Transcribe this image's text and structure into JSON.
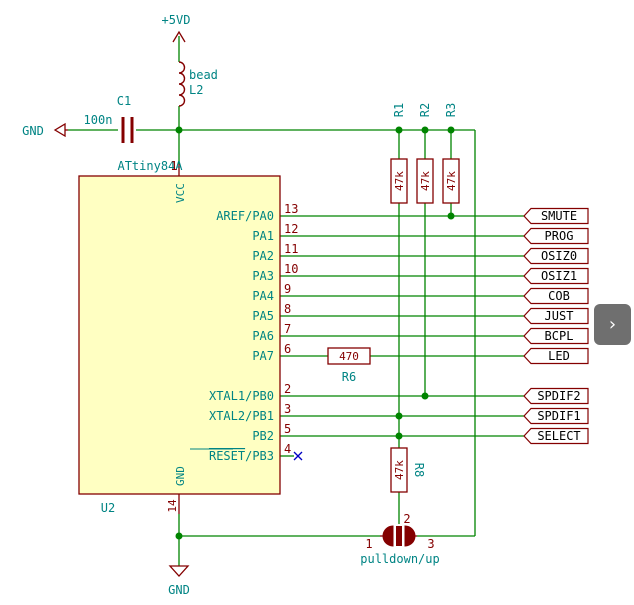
{
  "power": {
    "vcc_label": "+5VD",
    "gnd_left": "GND",
    "gnd_bottom": "GND"
  },
  "bead": {
    "value": "bead",
    "ref": "L2"
  },
  "cap": {
    "ref": "C1",
    "value": "100n"
  },
  "mcu": {
    "value": "ATtiny84A",
    "ref": "U2",
    "vcc_pin_name": "VCC",
    "vcc_pin_num": "1",
    "gnd_pin_name": "GND",
    "gnd_pin_num": "14",
    "pins": [
      {
        "name": "AREF/PA0",
        "num": "13",
        "net": "SMUTE"
      },
      {
        "name": "PA1",
        "num": "12",
        "net": "PROG"
      },
      {
        "name": "PA2",
        "num": "11",
        "net": "OSIZ0"
      },
      {
        "name": "PA3",
        "num": "10",
        "net": "OSIZ1"
      },
      {
        "name": "PA4",
        "num": "9",
        "net": "COB"
      },
      {
        "name": "PA5",
        "num": "8",
        "net": "JUST"
      },
      {
        "name": "PA6",
        "num": "7",
        "net": "BCPL"
      },
      {
        "name": "PA7",
        "num": "6",
        "net": "LED"
      },
      {
        "name": "XTAL1/PB0",
        "num": "2",
        "net": "SPDIF2"
      },
      {
        "name": "XTAL2/PB1",
        "num": "3",
        "net": "SPDIF1"
      },
      {
        "name": "PB2",
        "num": "5",
        "net": "SELECT"
      },
      {
        "name_overbar": "RESET",
        "name_suffix": "/PB3",
        "num": "4",
        "net": ""
      }
    ]
  },
  "resistors": {
    "r1": {
      "ref": "R1",
      "value": "47k"
    },
    "r2": {
      "ref": "R2",
      "value": "47k"
    },
    "r3": {
      "ref": "R3",
      "value": "47k"
    },
    "r6": {
      "ref": "R6",
      "value": "470"
    },
    "r8": {
      "ref": "R8",
      "value": "47k"
    }
  },
  "jumper": {
    "label": "pulldown/up",
    "pin1": "1",
    "pin2": "2",
    "pin3": "3"
  },
  "colors": {
    "wire": "#008400",
    "part": "#840000",
    "ref": "#008484",
    "body_fill": "#ffffc2",
    "pin_name": "#008484",
    "pin_num": "#840000",
    "power_text": "#008484",
    "junction": "#008400"
  },
  "nav": {
    "next_icon": "›"
  }
}
